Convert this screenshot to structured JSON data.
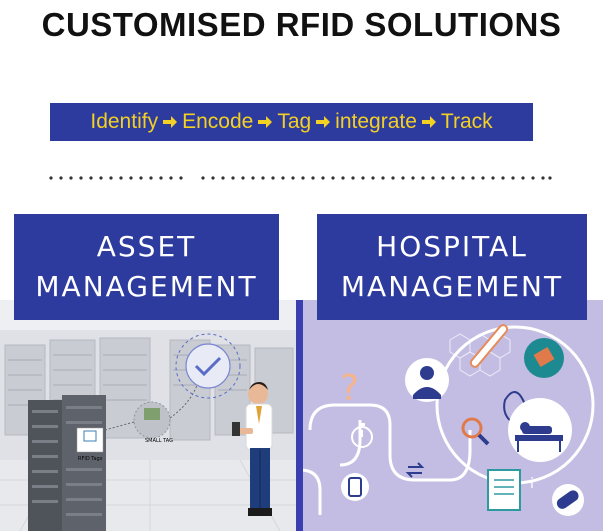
{
  "title": "CUSTOMISED RFID SOLUTIONS",
  "flow_steps": [
    "Identify",
    "Encode",
    "Tag",
    "integrate",
    "Track"
  ],
  "panels": {
    "asset": {
      "line1": "ASSET",
      "line2": "MANAGEMENT",
      "tag_small": "SMALL TAG",
      "tag_rfid": "RFID Tags"
    },
    "hospital": {
      "line1": "HOSPITAL",
      "line2": "MANAGEMENT"
    }
  },
  "colors": {
    "flow_bar": "#2d3a9e",
    "flow_text": "#f2d024",
    "label_bg": "#2d3a9e",
    "hospital_bg": "#c3bde3",
    "asset_bg": "#eeeff3"
  },
  "icons": [
    "arrow-right-icon",
    "checkmark-icon",
    "doctor-icon",
    "thermometer-icon",
    "stopwatch-icon",
    "phone-icon",
    "magnifier-icon",
    "transfer-icon",
    "patient-bed-icon",
    "clipboard-icon",
    "pill-icon",
    "question-icon",
    "stethoscope-icon"
  ]
}
